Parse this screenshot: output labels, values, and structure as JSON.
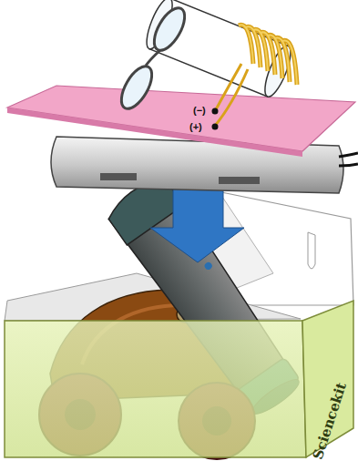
{
  "diagram": {
    "labels": [
      "(−)",
      "(+)",
      "Sciencekit"
    ]
  }
}
